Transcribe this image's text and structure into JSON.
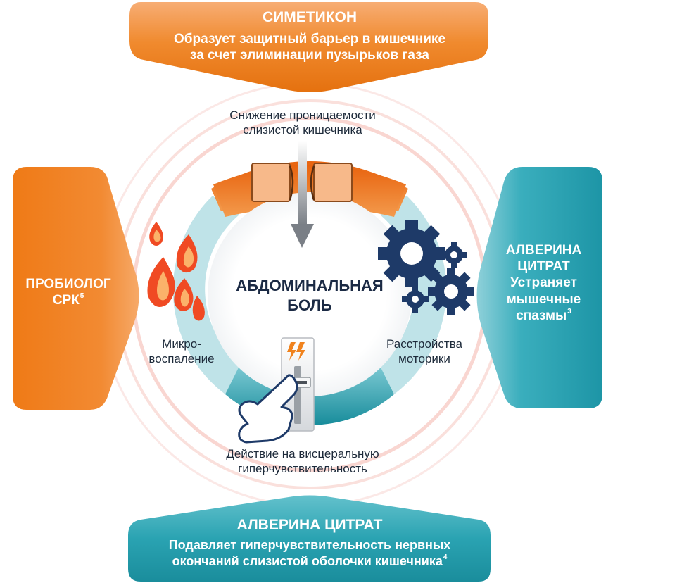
{
  "top_card": {
    "title": "СИМЕТИКОН",
    "line1": "Образует защитный барьер в кишечнике",
    "line2": "за счет элиминации пузырьков газа"
  },
  "left_card": {
    "line1": "ПРОБИОЛОГ",
    "line2": "СРК",
    "sup": "5"
  },
  "right_card": {
    "line1": "АЛВЕРИНА",
    "line2": "ЦИТРАТ",
    "line3": "Устраняет",
    "line4": "мышечные",
    "line5": "спазмы",
    "sup": "3"
  },
  "bottom_card": {
    "title": "АЛВЕРИНА ЦИТРАТ",
    "line1": "Подавляет гиперчувствительность нервных",
    "line2": "окончаний слизистой оболочки кишечника",
    "sup": "4"
  },
  "center": {
    "line1": "АБДОМИНАЛЬНАЯ",
    "line2": "БОЛЬ"
  },
  "labels": {
    "top_line1": "Снижение проницаемости",
    "top_line2": "слизистой кишечника",
    "left_line1": "Микро-",
    "left_line2": "воспаление",
    "right_line1": "Расстройства",
    "right_line2": "моторики",
    "bottom_line1": "Действие на висцеральную",
    "bottom_line2": "гиперчувствительность"
  },
  "colors": {
    "orange": "#ee7d1c",
    "orange_dark": "#e36c0a",
    "teal": "#2aa3b2",
    "teal_dark": "#157f8e",
    "light_teal": "#bfe3e8",
    "navy": "#1e3a68",
    "flame": "#f04a23"
  },
  "icons": [
    "flame-icon",
    "gear-icon",
    "hand-pointer-icon",
    "lightning-icon",
    "down-arrow-icon"
  ]
}
